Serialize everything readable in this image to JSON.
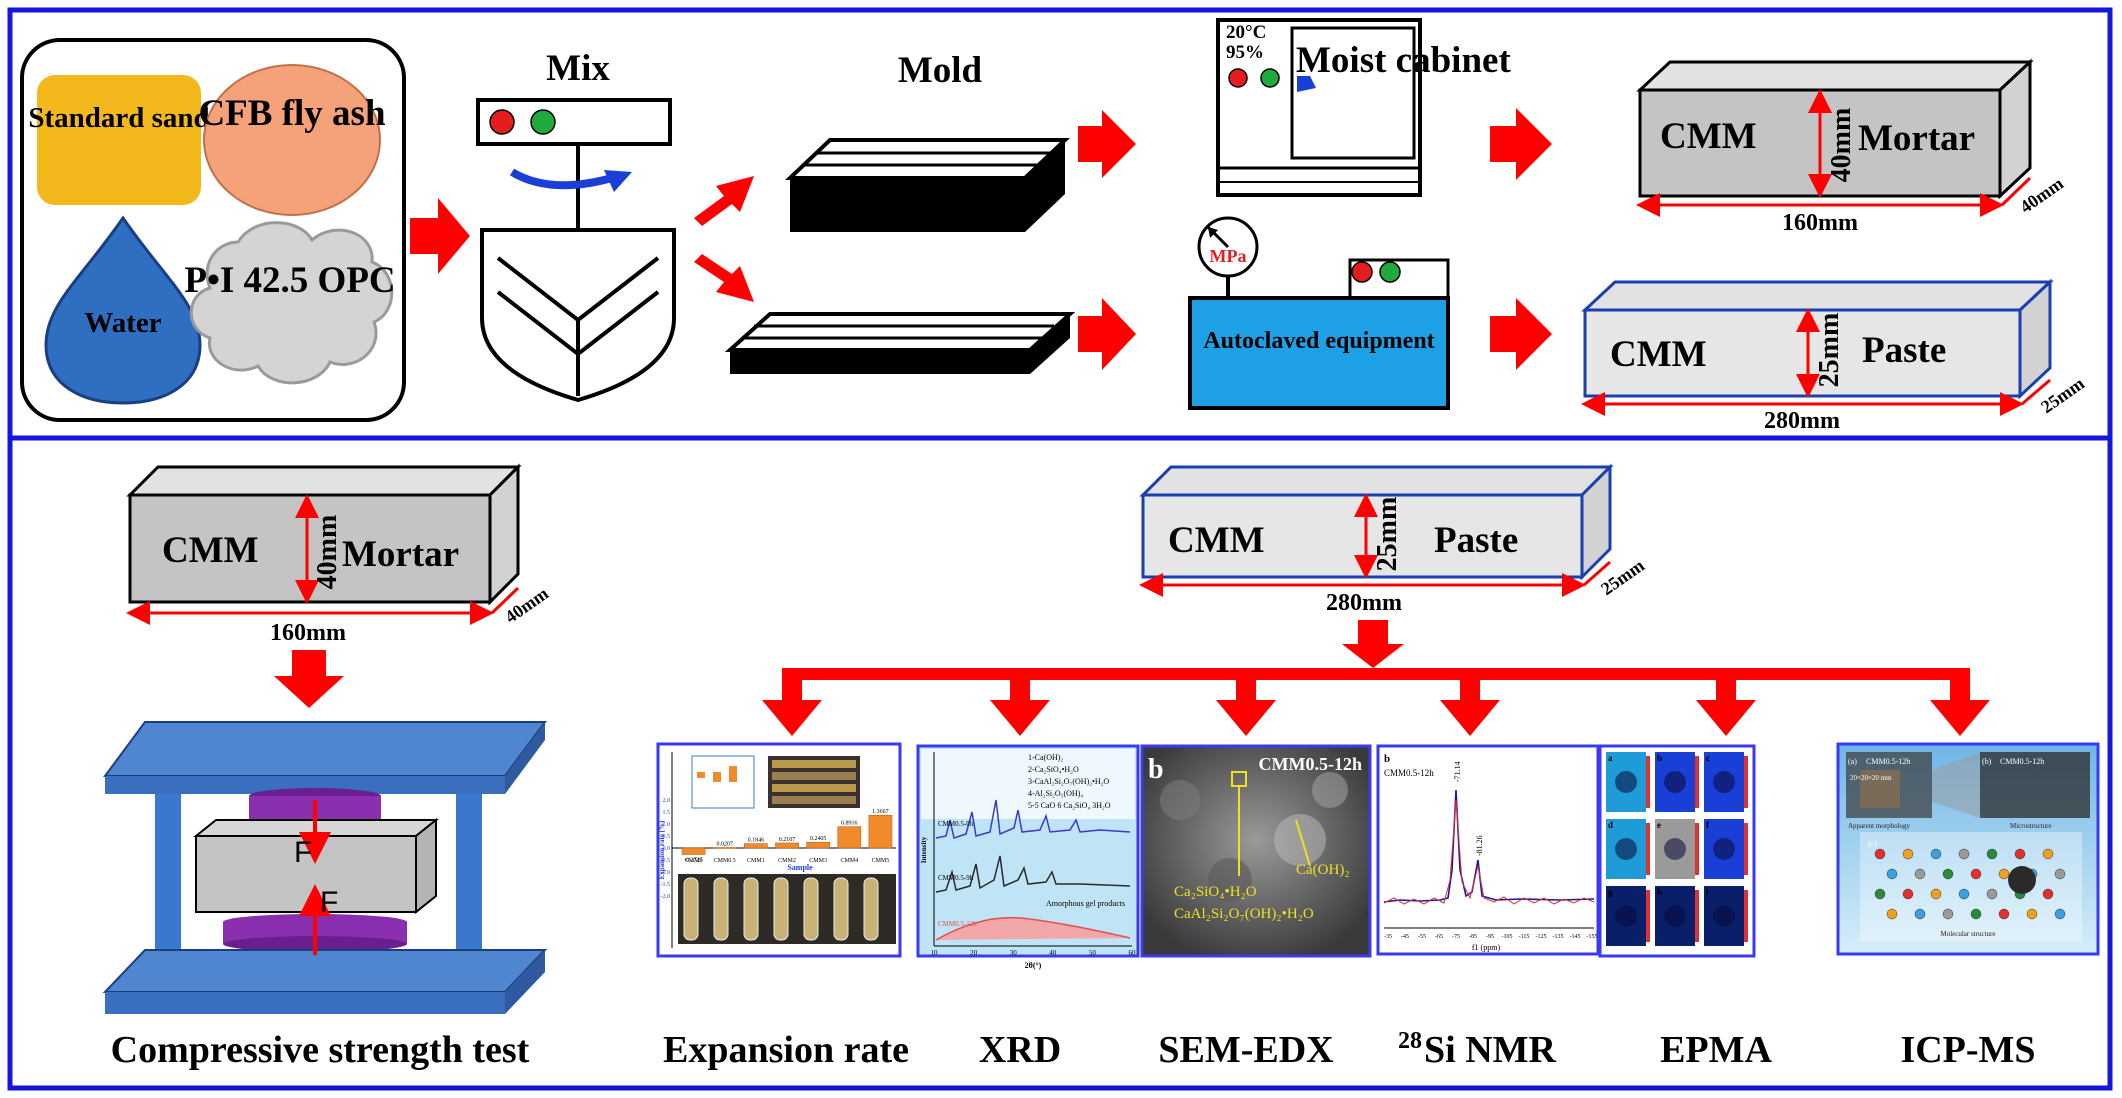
{
  "colors": {
    "frame": "#1515e0",
    "arrow": "#ff0000",
    "sand": "#f2b81c",
    "fly_ash": "#f5a27a",
    "water": "#2f6fc2",
    "opc": "#d4d4d4",
    "specimen": "#c4c4c4",
    "autoclave": "#1ea0e6",
    "press_plate": "#4f86cf",
    "press_cylinder": "#8a2fb0",
    "dim_line": "#ff0000"
  },
  "materials": {
    "sand": "Standard sand",
    "fly_ash": "CFB fly ash",
    "water": "Water",
    "opc": "P•I 42.5 OPC"
  },
  "process": {
    "mix": "Mix",
    "mold": "Mold",
    "cabinet_temp": "20°C",
    "cabinet_rh": "95%",
    "moist_cabinet": "Moist cabinet",
    "gauge": "MPa",
    "autoclave": "Autoclaved equipment"
  },
  "mortar_specimen": {
    "name": "CMM",
    "type": "Mortar",
    "height": "40mm",
    "length": "160mm",
    "width": "40mm"
  },
  "paste_specimen": {
    "name": "CMM",
    "type": "Paste",
    "height": "25mm",
    "length": "280mm",
    "width": "25mm"
  },
  "compression": {
    "force_label": "F",
    "test_label": "Compressive strength test"
  },
  "tests": {
    "expansion": "Expansion rate",
    "xrd": "XRD",
    "sem": "SEM-EDX",
    "nmr_sup": "28",
    "nmr": "Si NMR",
    "epma": "EPMA",
    "icp": "ICP-MS"
  },
  "thumb_expansion": {
    "y_label": "Expansion rate (%)",
    "x_label": "Sample",
    "y_ticks": [
      "2.0",
      "1.5",
      "1.0",
      "0.5",
      "0.0",
      "-0.5",
      "-1.0",
      "-1.5",
      "-2.0"
    ],
    "categories": [
      "CMM0",
      "CMM0.5",
      "CMM1",
      "CMM2",
      "CMM3",
      "CMM4",
      "CMM5"
    ],
    "values": [
      "-0.2725",
      "0.0207",
      "0.1846",
      "0.2107",
      "0.2405",
      "0.8916",
      "1.3667"
    ]
  },
  "thumb_xrd": {
    "legend": [
      "1-Ca(OH)₂",
      "2-Ca₂SiO₄•H₂O",
      "3-CaAl₂Si₂O₇(OH)₂•H₂O",
      "4-Al₂Si₂O₅(OH)₄",
      "5-5 CaO 6 Ca₂SiO₄ 3H₂O"
    ],
    "traces": [
      "CMM0.5-0h",
      "CMM0.5-9h",
      "CMM0.5-12h"
    ],
    "note": "Amorphous gel products",
    "y_label": "Intensity",
    "x_label": "2θ(°)",
    "x_ticks": [
      "10",
      "20",
      "30",
      "40",
      "50",
      "60"
    ]
  },
  "thumb_sem": {
    "panel": "b",
    "sample": "CMM0.5-12h",
    "phase1": "Ca(OH)₂",
    "phase2": "Ca₂SiO₄•H₂O",
    "phase3": "CaAl₂Si₂O₇(OH)₂•H₂O"
  },
  "thumb_nmr": {
    "panel": "b",
    "sample": "CMM0.5-12h",
    "peak1": "-71.14",
    "peak2": "-81.26",
    "x_label": "f1 (ppm)",
    "x_ticks": [
      "-35",
      "-45",
      "-55",
      "-65",
      "-75",
      "-85",
      "-95",
      "-105",
      "-115",
      "-125",
      "-135",
      "-145",
      "-155"
    ]
  },
  "thumb_epma": {
    "panels": [
      "a",
      "b",
      "c",
      "d",
      "e",
      "f",
      "g",
      "h",
      "i"
    ]
  },
  "thumb_icp": {
    "sample": "CMM0.5-12h",
    "panel1": "(a)",
    "panel2": "(b)",
    "panel3": "(c)",
    "size": "20×20×20 mm",
    "cap1": "Apparent morphology",
    "cap2": "Microstructure",
    "cap3": "Molecular structure"
  }
}
